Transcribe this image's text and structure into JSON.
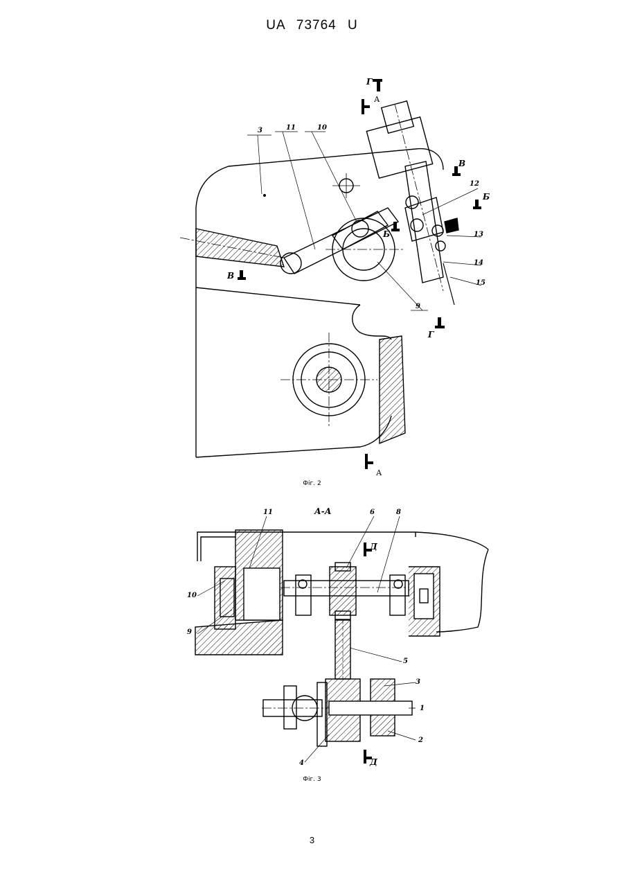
{
  "header": {
    "doc_id": "UA   73764   U"
  },
  "figure2": {
    "caption": "Фіг. 2",
    "section_marks": {
      "A_top": "А",
      "A_bottom": "А",
      "G_top": "Г",
      "G_bottom": "Г",
      "V_right": "В",
      "V_left": "В",
      "B_right": "Б",
      "B_center": "Б"
    },
    "part_labels": {
      "p3": "3",
      "p11": "11",
      "p10": "10",
      "p12": "12",
      "p13": "13",
      "p14": "14",
      "p15": "15",
      "p9": "9"
    }
  },
  "figure3": {
    "caption": "Фіг. 3",
    "section_title": "А-А",
    "section_marks": {
      "D_top": "Д",
      "D_bottom": "Д"
    },
    "part_labels": {
      "p11": "11",
      "p6": "6",
      "p8": "8",
      "p10": "10",
      "p9": "9",
      "p5": "5",
      "p3": "3",
      "p1": "1",
      "p2": "2",
      "p4": "4"
    }
  },
  "page_number": "3"
}
